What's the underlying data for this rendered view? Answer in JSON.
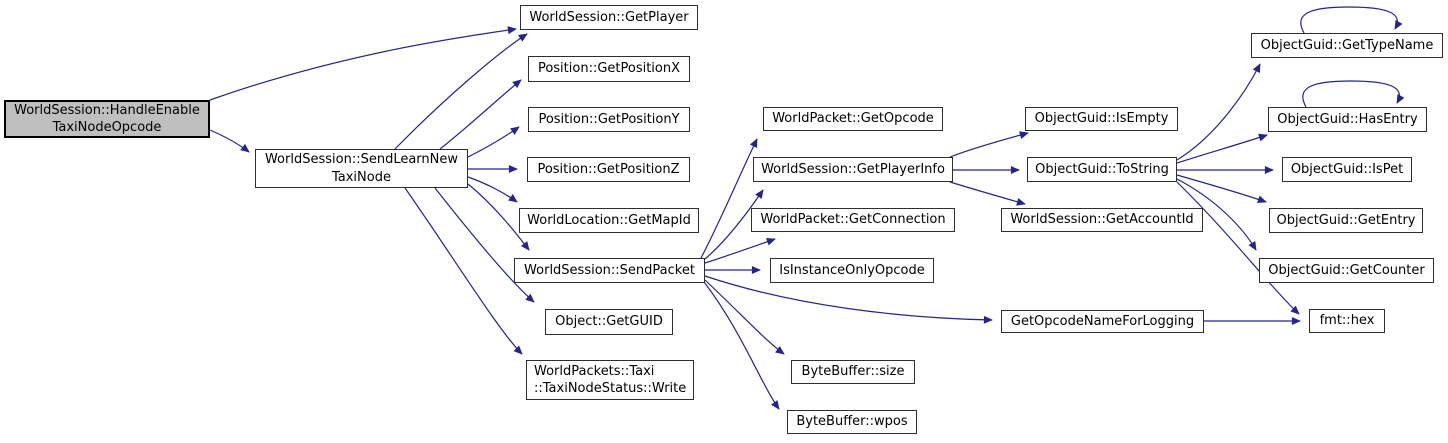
{
  "diagram": {
    "kind": "doxygen-call-graph",
    "colors": {
      "edge": "#24248c",
      "node_fill": "#ffffff",
      "node_border": "#2e2e2e",
      "root_fill": "#bfbfbf",
      "root_border": "#000000",
      "text": "#000000"
    }
  },
  "nodes": [
    {
      "id": "handle-enable-taxi-node-opcode",
      "label": "WorldSession::HandleEnable\nTaxiNodeOpcode",
      "highlighted": true
    },
    {
      "id": "send-learn-new-taxi-node",
      "label": "WorldSession::SendLearnNew\nTaxiNode",
      "highlighted": false
    },
    {
      "id": "get-player",
      "label": "WorldSession::GetPlayer",
      "highlighted": false
    },
    {
      "id": "get-position-x",
      "label": "Position::GetPositionX",
      "highlighted": false
    },
    {
      "id": "get-position-y",
      "label": "Position::GetPositionY",
      "highlighted": false
    },
    {
      "id": "get-position-z",
      "label": "Position::GetPositionZ",
      "highlighted": false
    },
    {
      "id": "get-map-id",
      "label": "WorldLocation::GetMapId",
      "highlighted": false
    },
    {
      "id": "send-packet",
      "label": "WorldSession::SendPacket",
      "highlighted": false
    },
    {
      "id": "get-guid",
      "label": "Object::GetGUID",
      "highlighted": false
    },
    {
      "id": "taxi-node-status-write",
      "label": "WorldPackets::Taxi\n::TaxiNodeStatus::Write",
      "highlighted": false
    },
    {
      "id": "get-opcode",
      "label": "WorldPacket::GetOpcode",
      "highlighted": false
    },
    {
      "id": "get-player-info",
      "label": "WorldSession::GetPlayerInfo",
      "highlighted": false
    },
    {
      "id": "get-connection",
      "label": "WorldPacket::GetConnection",
      "highlighted": false
    },
    {
      "id": "is-instance-only-opcode",
      "label": "IsInstanceOnlyOpcode",
      "highlighted": false
    },
    {
      "id": "get-opcode-name-for-logging",
      "label": "GetOpcodeNameForLogging",
      "highlighted": false
    },
    {
      "id": "byte-buffer-size",
      "label": "ByteBuffer::size",
      "highlighted": false
    },
    {
      "id": "byte-buffer-wpos",
      "label": "ByteBuffer::wpos",
      "highlighted": false
    },
    {
      "id": "is-empty",
      "label": "ObjectGuid::IsEmpty",
      "highlighted": false
    },
    {
      "id": "to-string",
      "label": "ObjectGuid::ToString",
      "highlighted": false
    },
    {
      "id": "get-account-id",
      "label": "WorldSession::GetAccountId",
      "highlighted": false
    },
    {
      "id": "get-type-name",
      "label": "ObjectGuid::GetTypeName",
      "highlighted": false
    },
    {
      "id": "has-entry",
      "label": "ObjectGuid::HasEntry",
      "highlighted": false
    },
    {
      "id": "is-pet",
      "label": "ObjectGuid::IsPet",
      "highlighted": false
    },
    {
      "id": "get-entry",
      "label": "ObjectGuid::GetEntry",
      "highlighted": false
    },
    {
      "id": "get-counter",
      "label": "ObjectGuid::GetCounter",
      "highlighted": false
    },
    {
      "id": "fmt-hex",
      "label": "fmt::hex",
      "highlighted": false
    }
  ],
  "edges": [
    {
      "from": "handle-enable-taxi-node-opcode",
      "to": "get-player"
    },
    {
      "from": "handle-enable-taxi-node-opcode",
      "to": "send-learn-new-taxi-node"
    },
    {
      "from": "send-learn-new-taxi-node",
      "to": "get-player"
    },
    {
      "from": "send-learn-new-taxi-node",
      "to": "get-position-x"
    },
    {
      "from": "send-learn-new-taxi-node",
      "to": "get-position-y"
    },
    {
      "from": "send-learn-new-taxi-node",
      "to": "get-position-z"
    },
    {
      "from": "send-learn-new-taxi-node",
      "to": "get-map-id"
    },
    {
      "from": "send-learn-new-taxi-node",
      "to": "send-packet"
    },
    {
      "from": "send-learn-new-taxi-node",
      "to": "get-guid"
    },
    {
      "from": "send-learn-new-taxi-node",
      "to": "taxi-node-status-write"
    },
    {
      "from": "send-packet",
      "to": "get-opcode"
    },
    {
      "from": "send-packet",
      "to": "get-player-info"
    },
    {
      "from": "send-packet",
      "to": "get-connection"
    },
    {
      "from": "send-packet",
      "to": "is-instance-only-opcode"
    },
    {
      "from": "send-packet",
      "to": "get-opcode-name-for-logging"
    },
    {
      "from": "send-packet",
      "to": "byte-buffer-size"
    },
    {
      "from": "send-packet",
      "to": "byte-buffer-wpos"
    },
    {
      "from": "get-player-info",
      "to": "is-empty"
    },
    {
      "from": "get-player-info",
      "to": "to-string"
    },
    {
      "from": "get-player-info",
      "to": "get-account-id"
    },
    {
      "from": "to-string",
      "to": "get-type-name"
    },
    {
      "from": "to-string",
      "to": "has-entry"
    },
    {
      "from": "to-string",
      "to": "is-pet"
    },
    {
      "from": "to-string",
      "to": "get-entry"
    },
    {
      "from": "to-string",
      "to": "get-counter"
    },
    {
      "from": "to-string",
      "to": "fmt-hex"
    },
    {
      "from": "get-opcode-name-for-logging",
      "to": "fmt-hex"
    },
    {
      "from": "get-type-name",
      "to": "get-type-name"
    },
    {
      "from": "has-entry",
      "to": "has-entry"
    }
  ]
}
